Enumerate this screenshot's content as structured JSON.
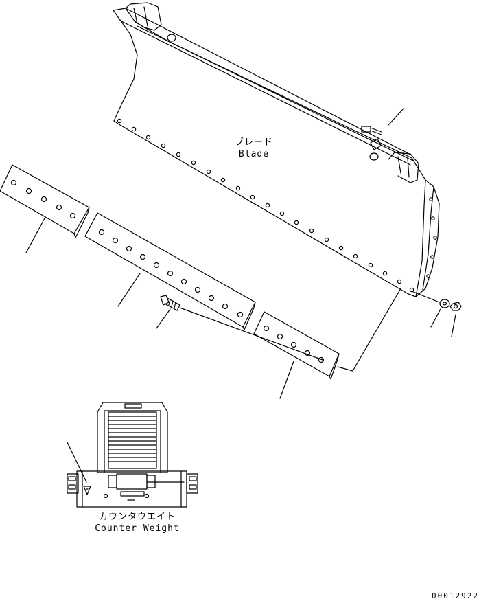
{
  "blade": {
    "label_jp": "ブレード",
    "label_en": "Blade"
  },
  "counter_weight": {
    "label_jp": "カウンタウエイト",
    "label_en": "Counter Weight"
  },
  "drawing_number": "00012922",
  "colors": {
    "line": "#000000",
    "background": "#ffffff"
  }
}
